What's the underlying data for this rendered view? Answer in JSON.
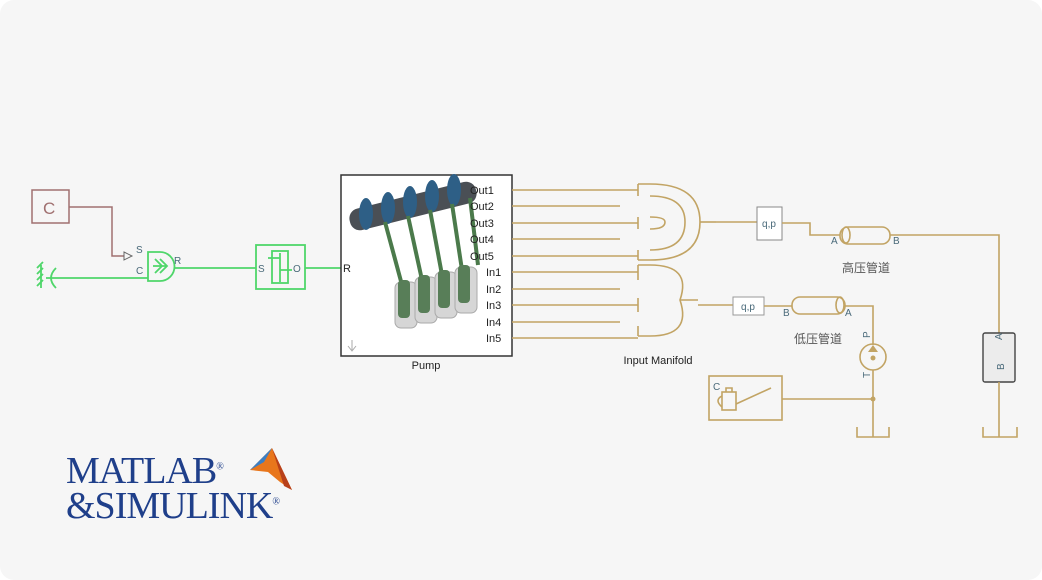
{
  "colors": {
    "physical_line": "#c2a464",
    "mechanical_line": "#4fd66a",
    "signal_line": "#a07070",
    "logo": "#1f3f8a"
  },
  "blocks": {
    "constant": {
      "label": "C"
    },
    "clutch": {
      "port_s": "S",
      "port_c": "C",
      "port_r": "R"
    },
    "sensor": {
      "port_s": "S",
      "port_o": "O"
    },
    "pump": {
      "name": "Pump",
      "port_r": "R",
      "outputs": [
        "Out1",
        "Out2",
        "Out3",
        "Out4",
        "Out5"
      ],
      "inputs": [
        "In1",
        "In2",
        "In3",
        "In4",
        "In5"
      ]
    },
    "manifold": {
      "name": "Input Manifold"
    },
    "flow_sensor_high": {
      "label": "q,p"
    },
    "flow_sensor_low": {
      "label": "q,p"
    },
    "high_pipe": {
      "name": "高压管道",
      "port_a": "A",
      "port_b": "B"
    },
    "low_pipe": {
      "name": "低压管道",
      "port_a": "A",
      "port_b": "B"
    },
    "source_pump": {
      "port_p": "P",
      "port_t": "T"
    },
    "fluid": {
      "label": "C"
    },
    "load": {
      "port_a": "A",
      "port_b": "B"
    }
  },
  "logo": {
    "line1": "MATLAB",
    "line2": "&SIMULINK",
    "mark": "®"
  }
}
